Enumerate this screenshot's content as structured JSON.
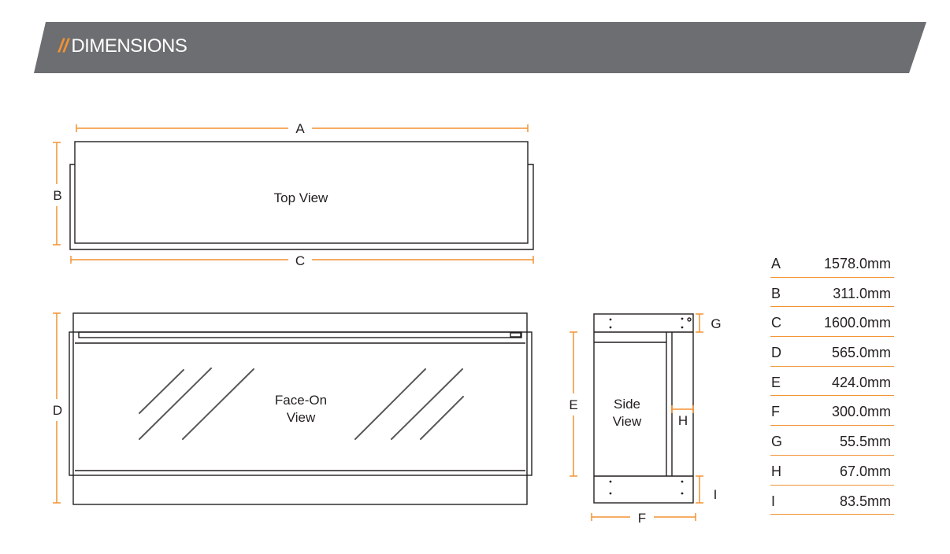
{
  "header": {
    "slashes": "//",
    "title": "DIMENSIONS",
    "band_color": "#6d6e71",
    "accent_color": "#f39232"
  },
  "views": {
    "top_view": "Top View",
    "face_on_line1": "Face-On",
    "face_on_line2": "View",
    "side_line1": "Side",
    "side_line2": "View"
  },
  "dimension_labels": {
    "A": "A",
    "B": "B",
    "C": "C",
    "D": "D",
    "E": "E",
    "F": "F",
    "G": "G",
    "H": "H",
    "I": "I"
  },
  "specs": [
    {
      "key": "A",
      "value": "1578.0mm"
    },
    {
      "key": "B",
      "value": "311.0mm"
    },
    {
      "key": "C",
      "value": "1600.0mm"
    },
    {
      "key": "D",
      "value": "565.0mm"
    },
    {
      "key": "E",
      "value": "424.0mm"
    },
    {
      "key": "F",
      "value": "300.0mm"
    },
    {
      "key": "G",
      "value": "55.5mm"
    },
    {
      "key": "H",
      "value": "67.0mm"
    },
    {
      "key": "I",
      "value": "83.5mm"
    }
  ]
}
